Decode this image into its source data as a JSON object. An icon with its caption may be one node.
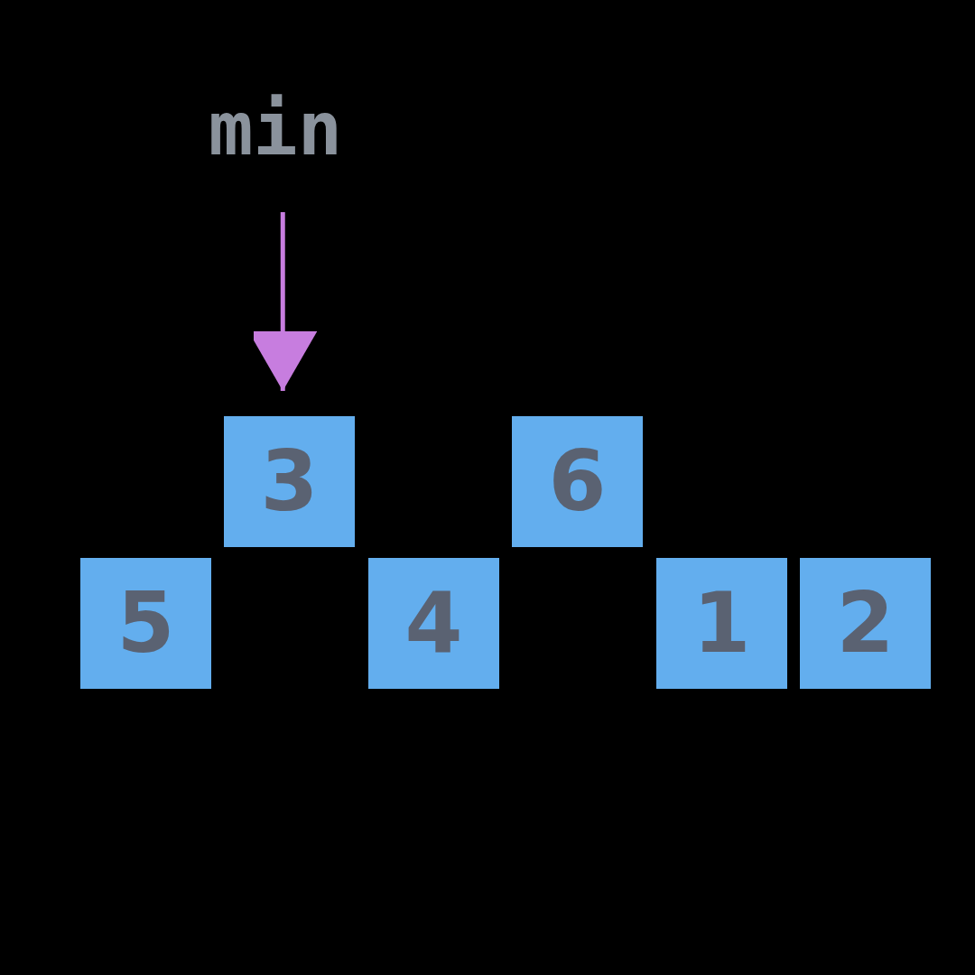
{
  "diagram": {
    "nodes": [
      {
        "text": [
          "min"
        ]
      },
      {
        "text": [
          "3"
        ]
      },
      {
        "text": [
          "6"
        ]
      },
      {
        "text": [
          "5"
        ]
      },
      {
        "text": [
          "4"
        ]
      },
      {
        "text": [
          "1"
        ]
      },
      {
        "text": [
          "2"
        ]
      }
    ],
    "edges": [
      {
        "from": 0,
        "to": 1,
        "arrow": "to"
      }
    ]
  }
}
